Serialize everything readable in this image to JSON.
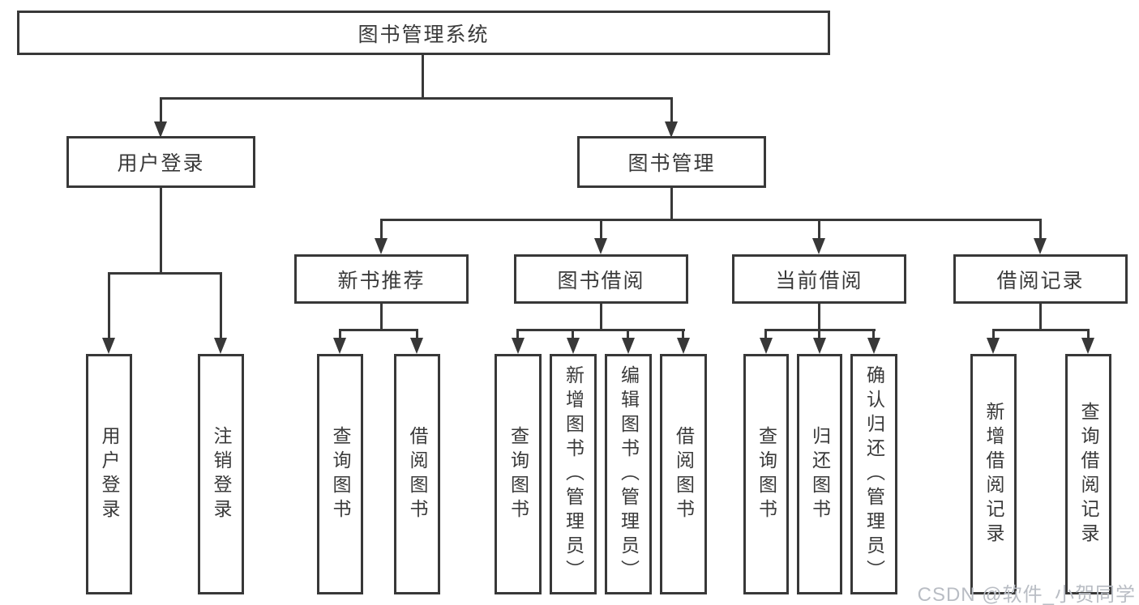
{
  "nodes": {
    "root": "图书管理系统",
    "user_login": "用户登录",
    "book_mgmt": "图书管理",
    "new_book_rec": "新书推荐",
    "book_borrow": "图书借阅",
    "current_borrow": "当前借阅",
    "borrow_records": "借阅记录",
    "user_login_leaf": "用户登录",
    "logout": "注销登录",
    "query_books_rec": "查询图书",
    "borrow_books_rec": "借阅图书",
    "query_books_borrow": "查询图书",
    "add_books_admin": "新增图书（管理员）",
    "edit_books_admin": "编辑图书（管理员）",
    "borrow_books_borrow": "借阅图书",
    "query_books_current": "查询图书",
    "return_books": "归还图书",
    "confirm_return_admin": "确认归还（管理员）",
    "add_borrow_record": "新增借阅记录",
    "query_borrow_record": "查询借阅记录"
  },
  "watermark": "CSDN @软件_小贺同学",
  "colors": {
    "line": "#383838",
    "text": "#3a3a3a",
    "background": "#ffffff",
    "watermark": "#b9bdc4"
  }
}
